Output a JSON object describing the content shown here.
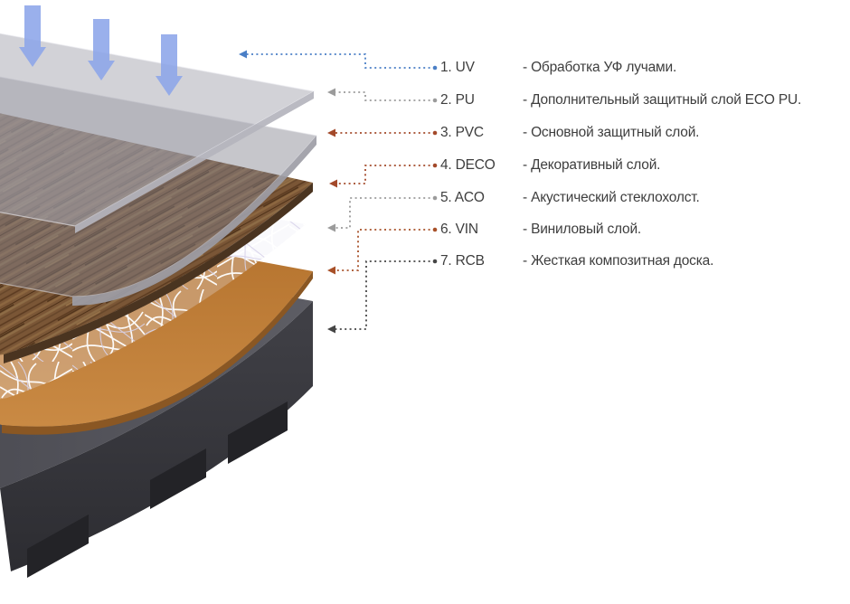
{
  "diagram_title": "",
  "layers": [
    {
      "number": "1",
      "code": "UV",
      "label": "1. UV",
      "description": "- Обработка УФ лучами.",
      "connector_color": "#4a7fc6",
      "material": "uv-treatment"
    },
    {
      "number": "2",
      "code": "PU",
      "label": "2. PU",
      "description": "- Дополнительный защитный слой ECO PU.",
      "connector_color": "#9b9b9b",
      "material": "transparent-sheet"
    },
    {
      "number": "3",
      "code": "PVC",
      "label": "3. PVC",
      "description": "- Основной защитный слой.",
      "connector_color": "#a3492a",
      "material": "transparent-sheet"
    },
    {
      "number": "4",
      "code": "DECO",
      "label": "4. DECO",
      "description": "- Декоративный слой.",
      "connector_color": "#a3492a",
      "material": "wood-print"
    },
    {
      "number": "5",
      "code": "ACO",
      "label": "5. ACO",
      "description": "- Акустический стеклохолст.",
      "connector_color": "#9b9b9b",
      "material": "fiberglass-mesh"
    },
    {
      "number": "6",
      "code": "VIN",
      "label": "6. VIN",
      "description": "- Виниловый слой.",
      "connector_color": "#a85028",
      "material": "vinyl"
    },
    {
      "number": "7",
      "code": "RCB",
      "label": "7. RCB",
      "description": "- Жесткая композитная доска.",
      "connector_color": "#454545",
      "material": "rigid-core-board"
    }
  ],
  "colors": {
    "background": "#ffffff",
    "text": "#3e3e3e",
    "uv_ray_arrow": "#8da6ea",
    "pu_sheet": "#c9c9d1",
    "pvc_sheet": "#a9a8b2",
    "deco_wood": "#7a5636",
    "aco_mesh": "#ffffff",
    "vin_vinyl": "#c08138",
    "rcb_board_top": "#55555b",
    "rcb_board_front": "#37373c",
    "rcb_board_feet": "#232327"
  }
}
